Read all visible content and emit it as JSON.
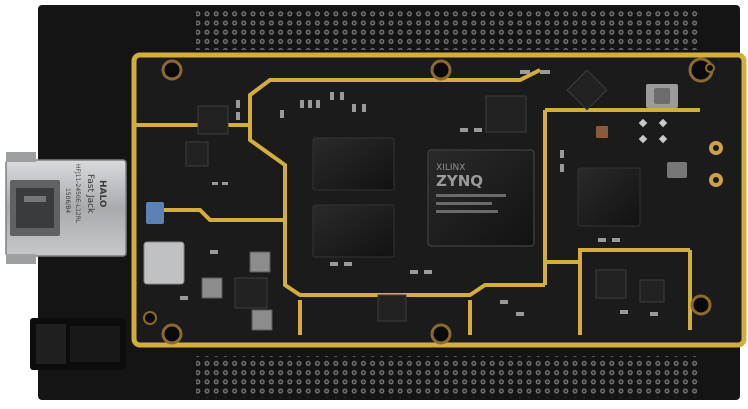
{
  "rj45": {
    "brand": "HALO",
    "model": "Fast Jack",
    "part_line1": "HFJ11-2450E-L12RL",
    "part_line2": "1506/B4"
  },
  "chip_main": {
    "vendor": "XILINX",
    "family": "ZYNQ"
  },
  "colors": {
    "carrier_board": "#141414",
    "core_board": "#1b1b1b",
    "gold_trace": "#d4ad3f",
    "rj45_metal": "#b9bbbd",
    "hole_copper": "#8a6a30"
  }
}
